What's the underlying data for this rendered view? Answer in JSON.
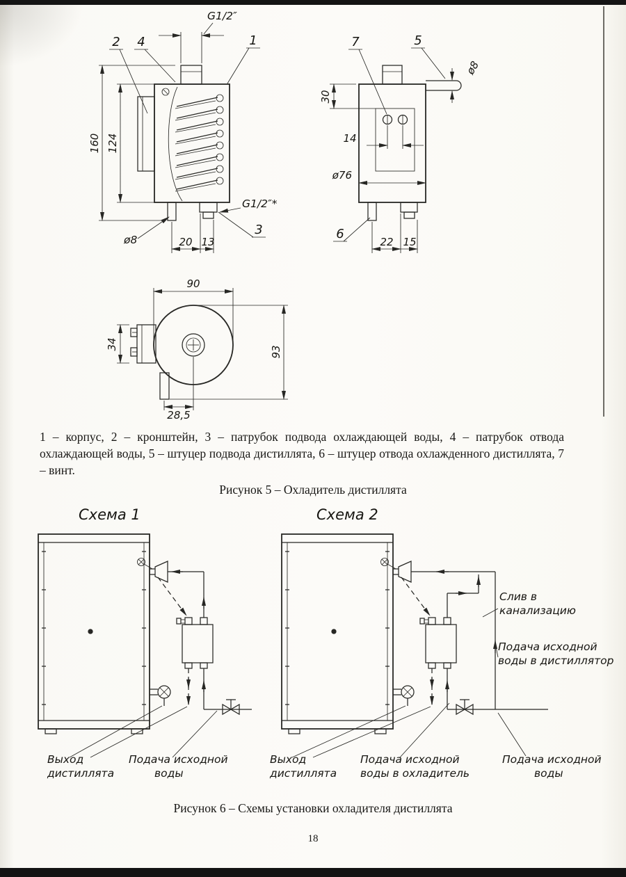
{
  "page": {
    "number": "18"
  },
  "figure5": {
    "parts_caption": "1 – корпус, 2 – кронштейн, 3 – патрубок подвода охлаждающей воды, 4 – патрубок отвода охлаждающей воды, 5 – штуцер подвода дистиллята, 6 – штуцер отвода охлажденного дистиллята, 7 – винт.",
    "title": "Рисунок 5 – Охладитель дистиллята",
    "front": {
      "thread_top": "G1/2″",
      "h160": "160",
      "h124": "124",
      "d8": "ø8",
      "w20": "20",
      "w13": "13",
      "thread_bottom": "G1/2″*"
    },
    "side": {
      "d8": "ø8",
      "h30": "30",
      "w14": "14",
      "d76": "ø76",
      "w22": "22",
      "w15": "15"
    },
    "top": {
      "w90": "90",
      "h34": "34",
      "h93": "93",
      "off285": "28,5"
    },
    "refs": {
      "r1": "1",
      "r2": "2",
      "r3": "3",
      "r4": "4",
      "r5": "5",
      "r6": "6",
      "r7": "7"
    }
  },
  "figure6": {
    "title": "Рисунок 6 – Схемы установки охладителя дистиллята",
    "scheme1": {
      "title": "Схема 1",
      "out1": "Выход",
      "out2": "дистиллята",
      "feed1": "Подача исходной",
      "feed2": "воды"
    },
    "scheme2": {
      "title": "Схема 2",
      "out1": "Выход",
      "out2": "дистиллята",
      "cool1": "Подача исходной",
      "cool2": "воды в охладитель",
      "drain1": "Слив в",
      "drain2": "канализацию",
      "dist1": "Подача исходной",
      "dist2": "воды в дистиллятор",
      "feed1": "Подача исходной",
      "feed2": "воды"
    }
  }
}
